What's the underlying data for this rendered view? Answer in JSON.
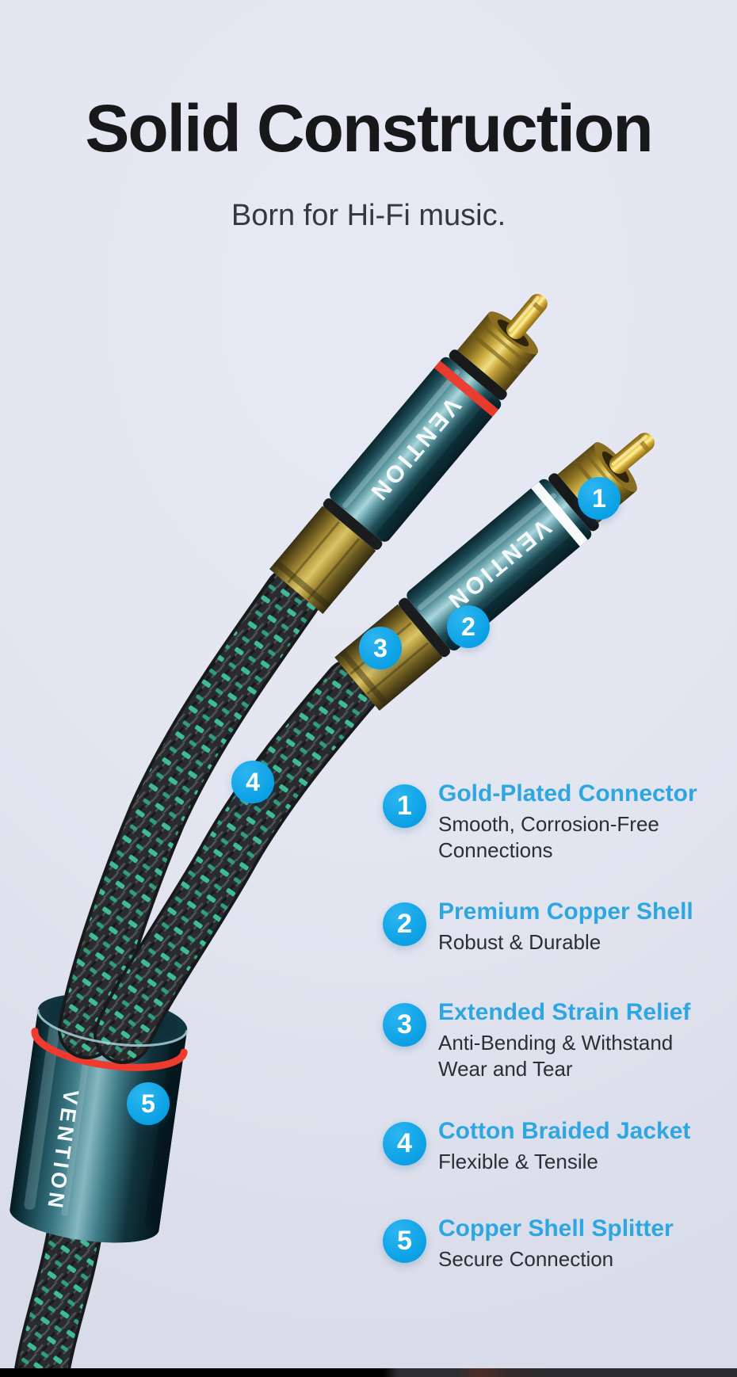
{
  "header": {
    "title": "Solid Construction",
    "subtitle": "Born for Hi-Fi music."
  },
  "product": {
    "brand": "VENTION",
    "type": "RCA audio cable with Y splitter"
  },
  "colors": {
    "background": "#e2e5f0",
    "badge_blue": "#0da2e6",
    "feature_title_blue": "#2ea6e0",
    "red_ring": "#ee3b2d",
    "white_ring": "#ffffff",
    "braid_fleck_teal": "#3ebc9a"
  },
  "callouts": [
    {
      "num": "1"
    },
    {
      "num": "2"
    },
    {
      "num": "3"
    },
    {
      "num": "4"
    },
    {
      "num": "5"
    }
  ],
  "features": [
    {
      "num": "1",
      "title": "Gold-Plated Connector",
      "desc": "Smooth, Corrosion-Free Connections"
    },
    {
      "num": "2",
      "title": "Premium Copper Shell",
      "desc": "Robust & Durable"
    },
    {
      "num": "3",
      "title": "Extended Strain Relief",
      "desc": "Anti-Bending & Withstand Wear and Tear"
    },
    {
      "num": "4",
      "title": "Cotton Braided Jacket",
      "desc": "Flexible & Tensile"
    },
    {
      "num": "5",
      "title": "Copper Shell Splitter",
      "desc": "Secure Connection"
    }
  ]
}
